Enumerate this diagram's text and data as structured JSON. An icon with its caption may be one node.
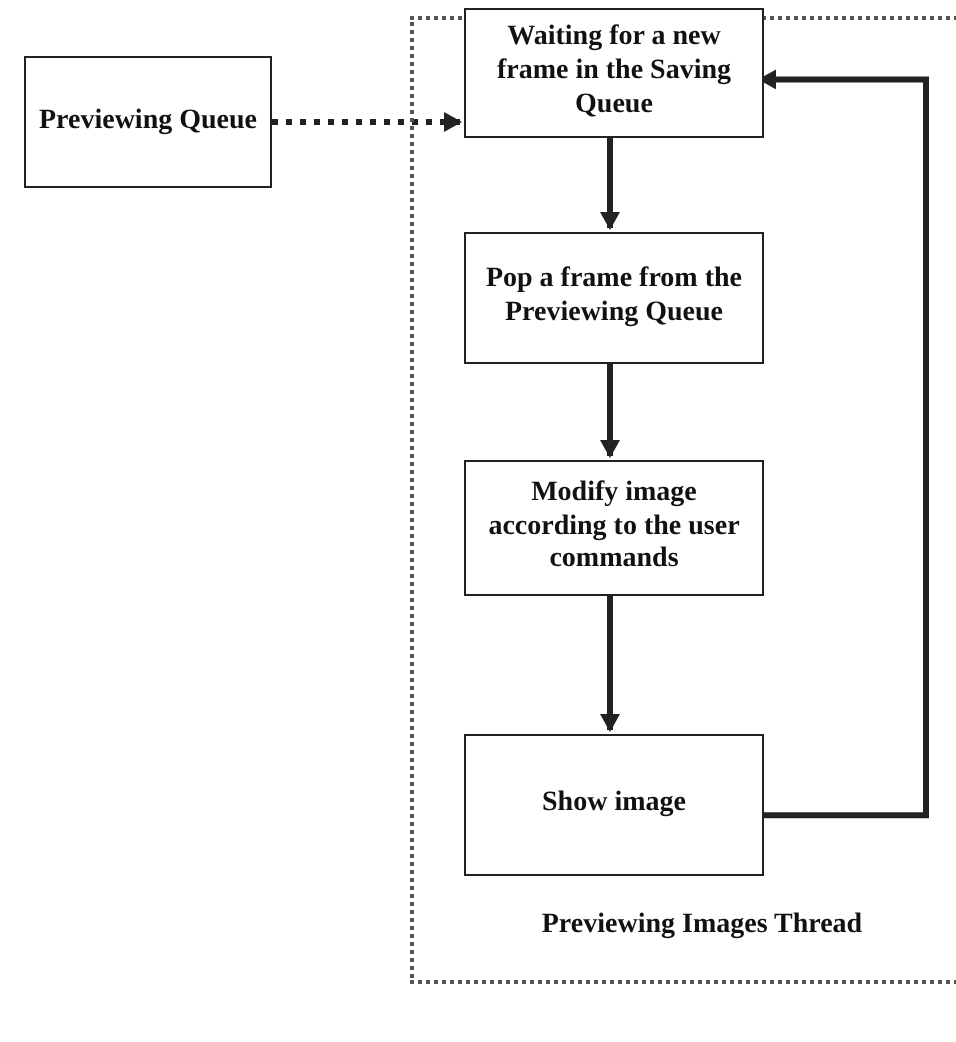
{
  "diagram": {
    "nodes": [
      {
        "text": [
          "Previewing Queue"
        ]
      },
      {
        "text": [
          "Previewing Images Thread"
        ]
      },
      {
        "text": [
          "Waiting for a new frame in the Saving Queue"
        ],
        "in": 1
      },
      {
        "text": [
          "Pop a frame from the Previewing Queue"
        ],
        "in": 1
      },
      {
        "text": [
          "Modify image according to the user commands"
        ],
        "in": 1
      },
      {
        "text": [
          "Show image"
        ],
        "in": 1
      }
    ],
    "edges": [
      {
        "from": 0,
        "to": 2,
        "arrow": "to",
        "style": "dashed"
      },
      {
        "from": 2,
        "to": 3,
        "arrow": "to"
      },
      {
        "from": 3,
        "to": 4,
        "arrow": "to"
      },
      {
        "from": 4,
        "to": 5,
        "arrow": "to"
      },
      {
        "from": 5,
        "to": 2,
        "arrow": "to"
      }
    ]
  }
}
